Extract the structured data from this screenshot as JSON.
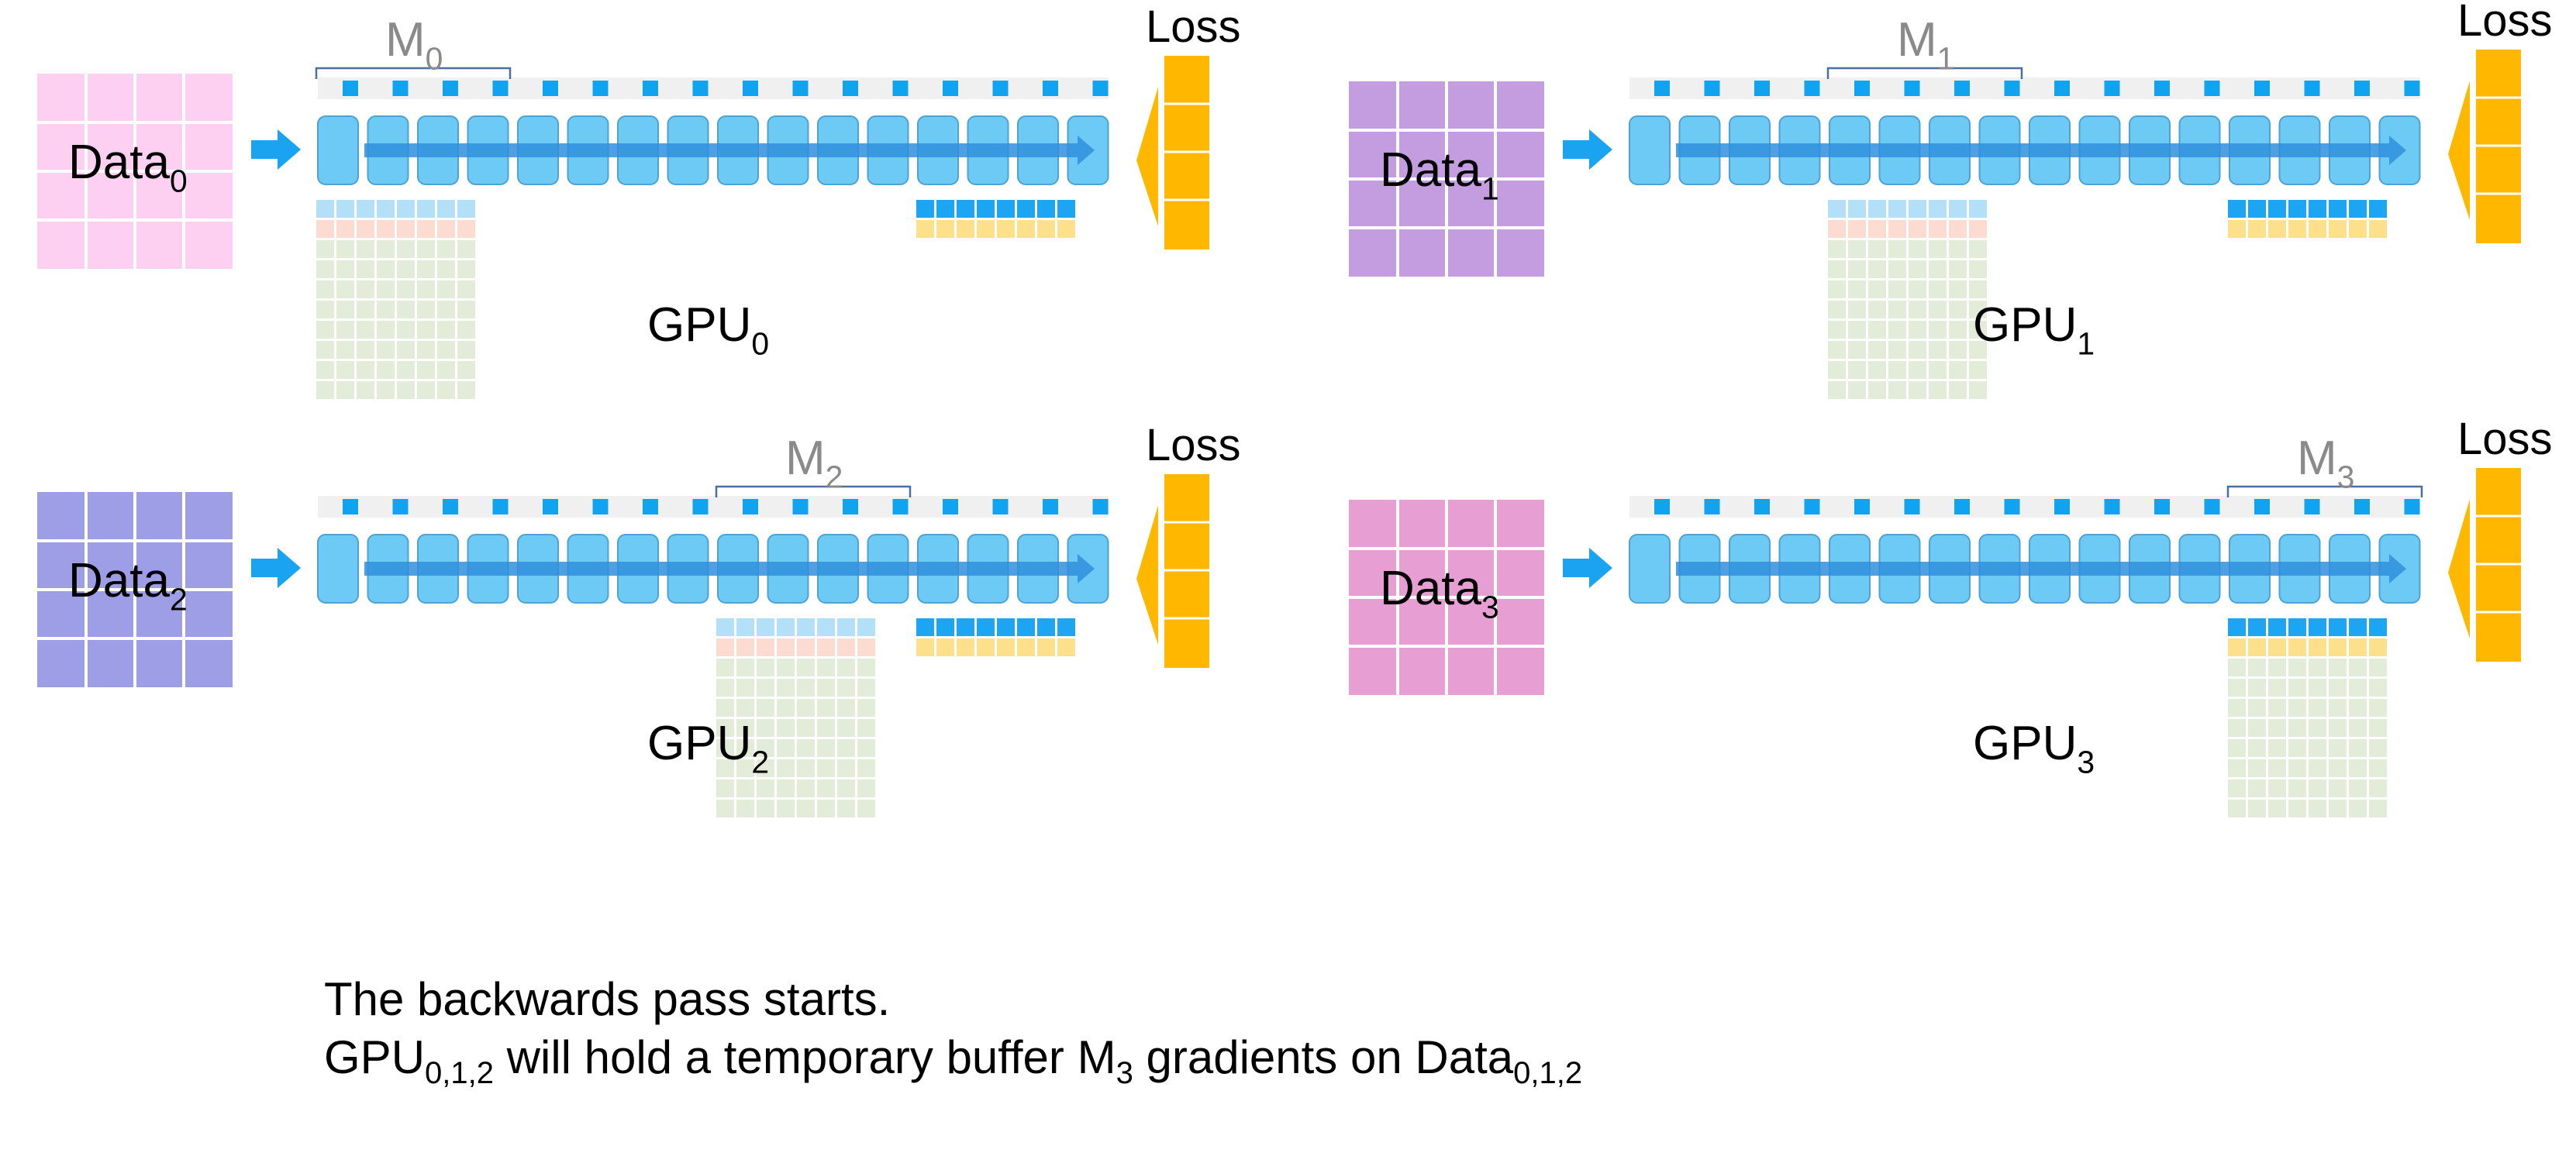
{
  "panels": [
    {
      "id": 0,
      "gpu_label": "GPU",
      "gpu_sub": "0",
      "data_label": "Data",
      "data_sub": "0",
      "model_label": "M",
      "model_sub": "0",
      "loss_label": "Loss",
      "data_color": "#fdd0f2",
      "model_slice": 0
    },
    {
      "id": 1,
      "gpu_label": "GPU",
      "gpu_sub": "1",
      "data_label": "Data",
      "data_sub": "1",
      "model_label": "M",
      "model_sub": "1",
      "loss_label": "Loss",
      "data_color": "#c49de0",
      "model_slice": 1
    },
    {
      "id": 2,
      "gpu_label": "GPU",
      "gpu_sub": "2",
      "data_label": "Data",
      "data_sub": "2",
      "model_label": "M",
      "model_sub": "2",
      "loss_label": "Loss",
      "data_color": "#9e9ee6",
      "model_slice": 2
    },
    {
      "id": 3,
      "gpu_label": "GPU",
      "gpu_sub": "3",
      "data_label": "Data",
      "data_sub": "3",
      "model_label": "M",
      "model_sub": "3",
      "loss_label": "Loss",
      "data_color": "#e79ed2",
      "model_slice": 3
    }
  ],
  "caption": {
    "line1": "The backwards pass starts.",
    "line2_a": "GPU",
    "line2_a_sub": "0,1,2",
    "line2_b": " will hold a temporary buffer M",
    "line2_b_sub": "3",
    "line2_c": " gradients on Data",
    "line2_c_sub": "0,1,2"
  },
  "colors": {
    "layer_fill": "#6ccaf5",
    "layer_stroke": "#4da3d4",
    "arrow": "#2f8fdc",
    "param_square": "#0fa3f0",
    "param_strip": "#f0f0f0",
    "loss": "#ffb700",
    "grad_light_blue": "#b3dff7",
    "grad_pink": "#fcdcd0",
    "grad_green": "#e2ecd8",
    "grad_blue": "#1ba5f2",
    "grad_yellow": "#fde08c",
    "bracket": "#4a6fa5",
    "model_label_color": "#8a8a8a"
  }
}
